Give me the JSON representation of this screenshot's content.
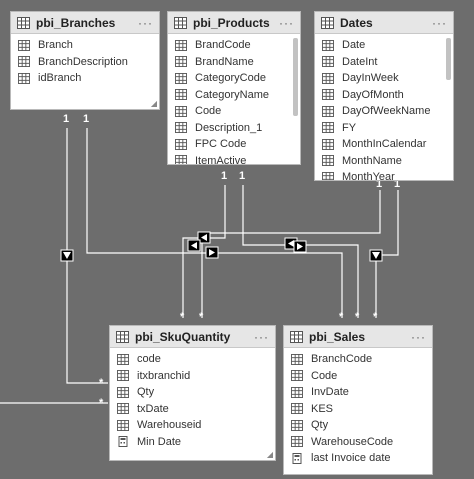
{
  "tables": {
    "branches": {
      "title": "pbi_Branches",
      "more": "···",
      "fields": [
        {
          "name": "Branch",
          "icon": "table-field-icon"
        },
        {
          "name": "BranchDescription",
          "icon": "table-field-icon"
        },
        {
          "name": "idBranch",
          "icon": "table-field-icon"
        }
      ]
    },
    "products": {
      "title": "pbi_Products",
      "more": "···",
      "fields": [
        {
          "name": "BrandCode",
          "icon": "table-field-icon"
        },
        {
          "name": "BrandName",
          "icon": "table-field-icon"
        },
        {
          "name": "CategoryCode",
          "icon": "table-field-icon"
        },
        {
          "name": "CategoryName",
          "icon": "table-field-icon"
        },
        {
          "name": "Code",
          "icon": "table-field-icon"
        },
        {
          "name": "Description_1",
          "icon": "table-field-icon"
        },
        {
          "name": "FPC Code",
          "icon": "table-field-icon"
        },
        {
          "name": "ItemActive",
          "icon": "table-field-icon"
        }
      ]
    },
    "dates": {
      "title": "Dates",
      "more": "···",
      "fields": [
        {
          "name": "Date",
          "icon": "table-field-icon"
        },
        {
          "name": "DateInt",
          "icon": "table-field-icon"
        },
        {
          "name": "DayInWeek",
          "icon": "table-field-icon"
        },
        {
          "name": "DayOfMonth",
          "icon": "table-field-icon"
        },
        {
          "name": "DayOfWeekName",
          "icon": "table-field-icon"
        },
        {
          "name": "FY",
          "icon": "table-field-icon"
        },
        {
          "name": "MonthInCalendar",
          "icon": "table-field-icon"
        },
        {
          "name": "MonthName",
          "icon": "table-field-icon"
        },
        {
          "name": "MonthYear",
          "icon": "table-field-icon"
        }
      ]
    },
    "skuquantity": {
      "title": "pbi_SkuQuantity",
      "more": "···",
      "fields": [
        {
          "name": "code",
          "icon": "table-field-icon"
        },
        {
          "name": "itxbranchid",
          "icon": "table-field-icon"
        },
        {
          "name": "Qty",
          "icon": "table-field-icon"
        },
        {
          "name": "txDate",
          "icon": "table-field-icon"
        },
        {
          "name": "Warehouseid",
          "icon": "table-field-icon"
        },
        {
          "name": "Min Date",
          "icon": "calculator-icon"
        }
      ]
    },
    "sales": {
      "title": "pbi_Sales",
      "more": "···",
      "fields": [
        {
          "name": "BranchCode",
          "icon": "table-field-icon"
        },
        {
          "name": "Code",
          "icon": "table-field-icon"
        },
        {
          "name": "InvDate",
          "icon": "table-field-icon"
        },
        {
          "name": "KES",
          "icon": "table-field-icon"
        },
        {
          "name": "Qty",
          "icon": "table-field-icon"
        },
        {
          "name": "WarehouseCode",
          "icon": "table-field-icon"
        },
        {
          "name": "last Invoice date",
          "icon": "calculator-icon"
        }
      ]
    }
  },
  "cardinality": {
    "one": "1",
    "many": "*"
  },
  "colors": {
    "canvas": "#6d6d6d",
    "line": "#ffffff",
    "header": "#e6e6e6"
  }
}
